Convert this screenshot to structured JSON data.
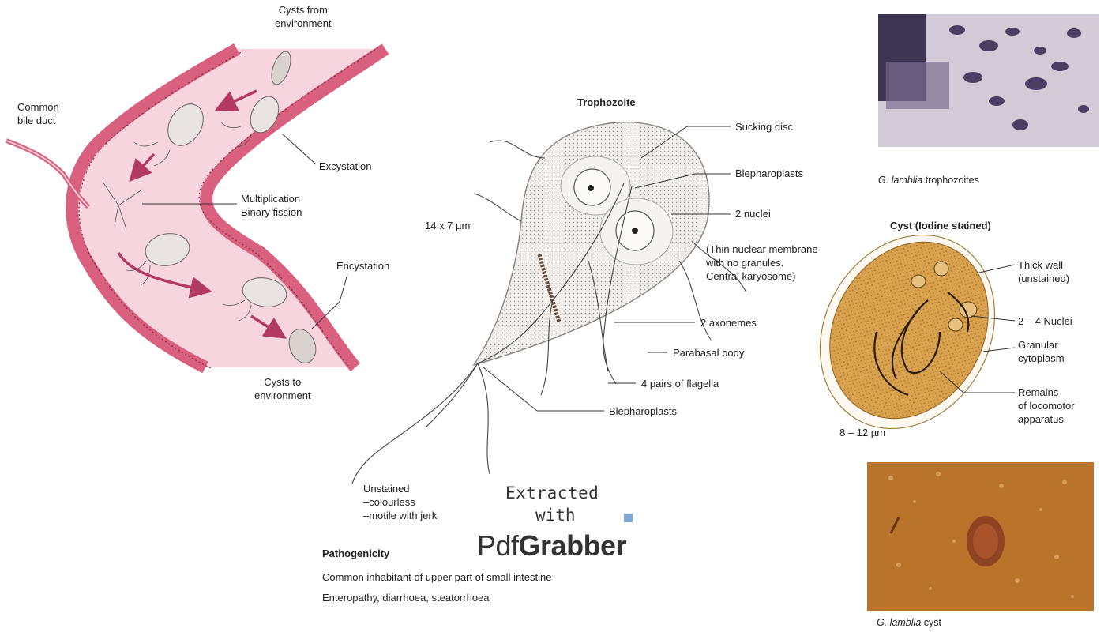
{
  "lifecycle": {
    "cysts_from_env": [
      "Cysts from",
      "environment"
    ],
    "bile_duct": [
      "Common",
      "bile duct"
    ],
    "excystation": "Excystation",
    "multiplication": [
      "Multiplication",
      "Binary fission"
    ],
    "encystation": "Encystation",
    "cysts_to_env": [
      "Cysts to",
      "environment"
    ]
  },
  "trophozoite": {
    "title": "Trophozoite",
    "size": "14 x 7 µm",
    "labels": {
      "sucking_disc": "Sucking disc",
      "blepharoplasts_top": "Blepharoplasts",
      "nuclei": "2 nuclei",
      "nuclear_note": [
        "(Thin nuclear membrane",
        "with no granules.",
        "Central karyosome)"
      ],
      "axonemes": "2 axonemes",
      "parabasal": "Parabasal body",
      "flagella": "4 pairs of flagella",
      "blepharoplasts_bottom": "Blepharoplasts"
    },
    "unstained": [
      "Unstained",
      "–colourless",
      "–motile with jerk"
    ]
  },
  "pathogenicity": {
    "title": "Pathogenicity",
    "lines": [
      "Common inhabitant of upper part of small intestine",
      "Enteropathy, diarrhoea, steatorrhoea"
    ]
  },
  "cyst": {
    "title": "Cyst (Iodine stained)",
    "size": "8 – 12 µm",
    "labels": {
      "wall": [
        "Thick wall",
        "(unstained)"
      ],
      "nuclei": "2 – 4 Nuclei",
      "cytoplasm": [
        "Granular",
        "cytoplasm"
      ],
      "remains": [
        "Remains",
        "of locomotor",
        "apparatus"
      ]
    }
  },
  "photos": {
    "trophozoites_caption": {
      "species": "G. lamblia",
      "rest": " trophozoites"
    },
    "cyst_caption": {
      "species": "G. lamblia",
      "rest": " cyst"
    }
  },
  "watermark": {
    "line1": "Extracted",
    "line2": "with",
    "brand_light": "Pdf",
    "brand_bold": "Grabber"
  },
  "colors": {
    "intestine": "#d9607f",
    "intestine_inner": "#f4c6d3",
    "cyst_fill": "#d6a04a",
    "photo_purple": "#6e5f86",
    "photo_brown": "#b9742c"
  }
}
